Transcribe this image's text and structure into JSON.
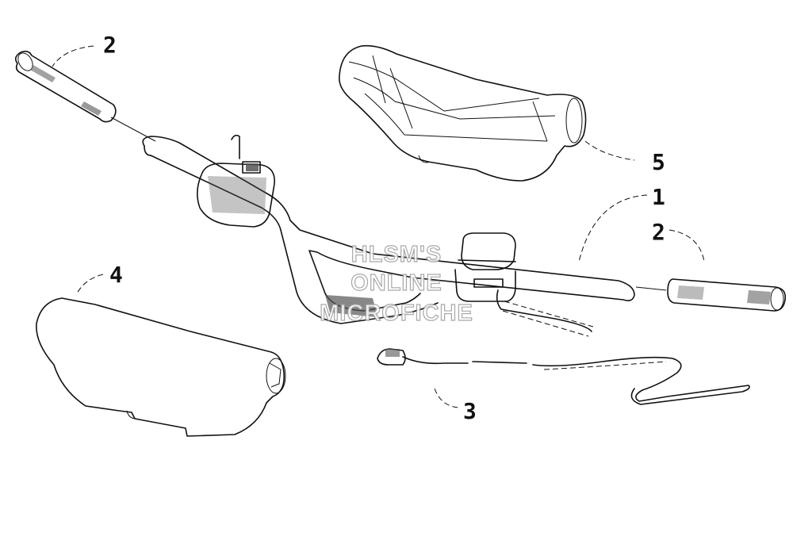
{
  "callouts": [
    {
      "id": "grip-left",
      "label": "2"
    },
    {
      "id": "handguard-right",
      "label": "5"
    },
    {
      "id": "handlebar",
      "label": "1"
    },
    {
      "id": "grip-right",
      "label": "2"
    },
    {
      "id": "handguard-left",
      "label": "4"
    },
    {
      "id": "cable",
      "label": "3"
    }
  ],
  "watermark": {
    "line1": "HLSM'S",
    "line2": "ONLINE",
    "line3": "MICROFICHE"
  }
}
